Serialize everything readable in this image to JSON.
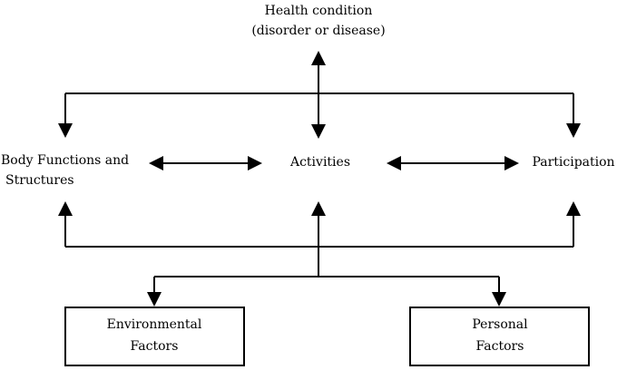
{
  "diagram": {
    "health_condition": {
      "line1": "Health condition",
      "line2": "(disorder or disease)"
    },
    "body_functions": {
      "line1": "Body Functions  and",
      "line2": "Structures"
    },
    "activities": {
      "label": "Activities"
    },
    "participation": {
      "label": "Participation"
    },
    "environmental_factors": {
      "line1": "Environmental",
      "line2": "Factors"
    },
    "personal_factors": {
      "line1": "Personal",
      "line2": "Factors"
    }
  },
  "colors": {
    "line": "#000000",
    "background": "#ffffff"
  }
}
